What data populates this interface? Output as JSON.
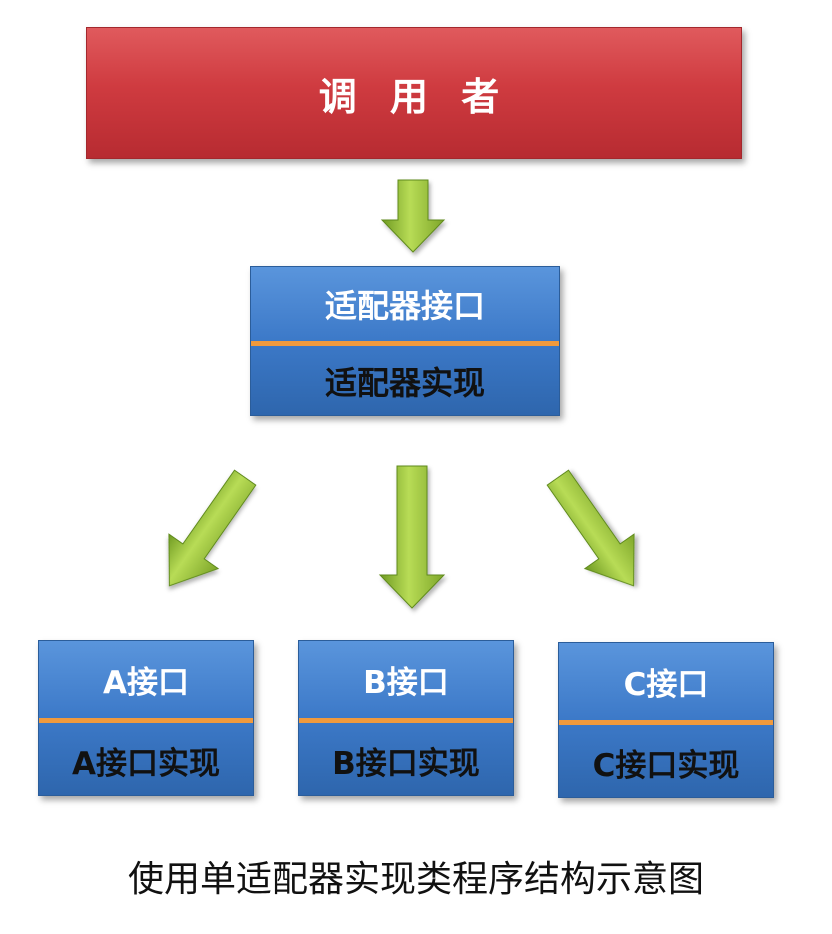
{
  "caller": {
    "label": "调 用 者"
  },
  "adapter": {
    "interface": "适配器接口",
    "impl": "适配器实现"
  },
  "subsystems": [
    {
      "interface": "A接口",
      "impl": "A接口实现"
    },
    {
      "interface": "B接口",
      "impl": "B接口实现"
    },
    {
      "interface": "C接口",
      "impl": "C接口实现"
    }
  ],
  "caption": "使用单适配器实现类程序结构示意图",
  "colors": {
    "caller": "#cf3b40",
    "box": "#3c79c8",
    "divider": "#f09a3e",
    "arrow": "#8dbb2f"
  }
}
